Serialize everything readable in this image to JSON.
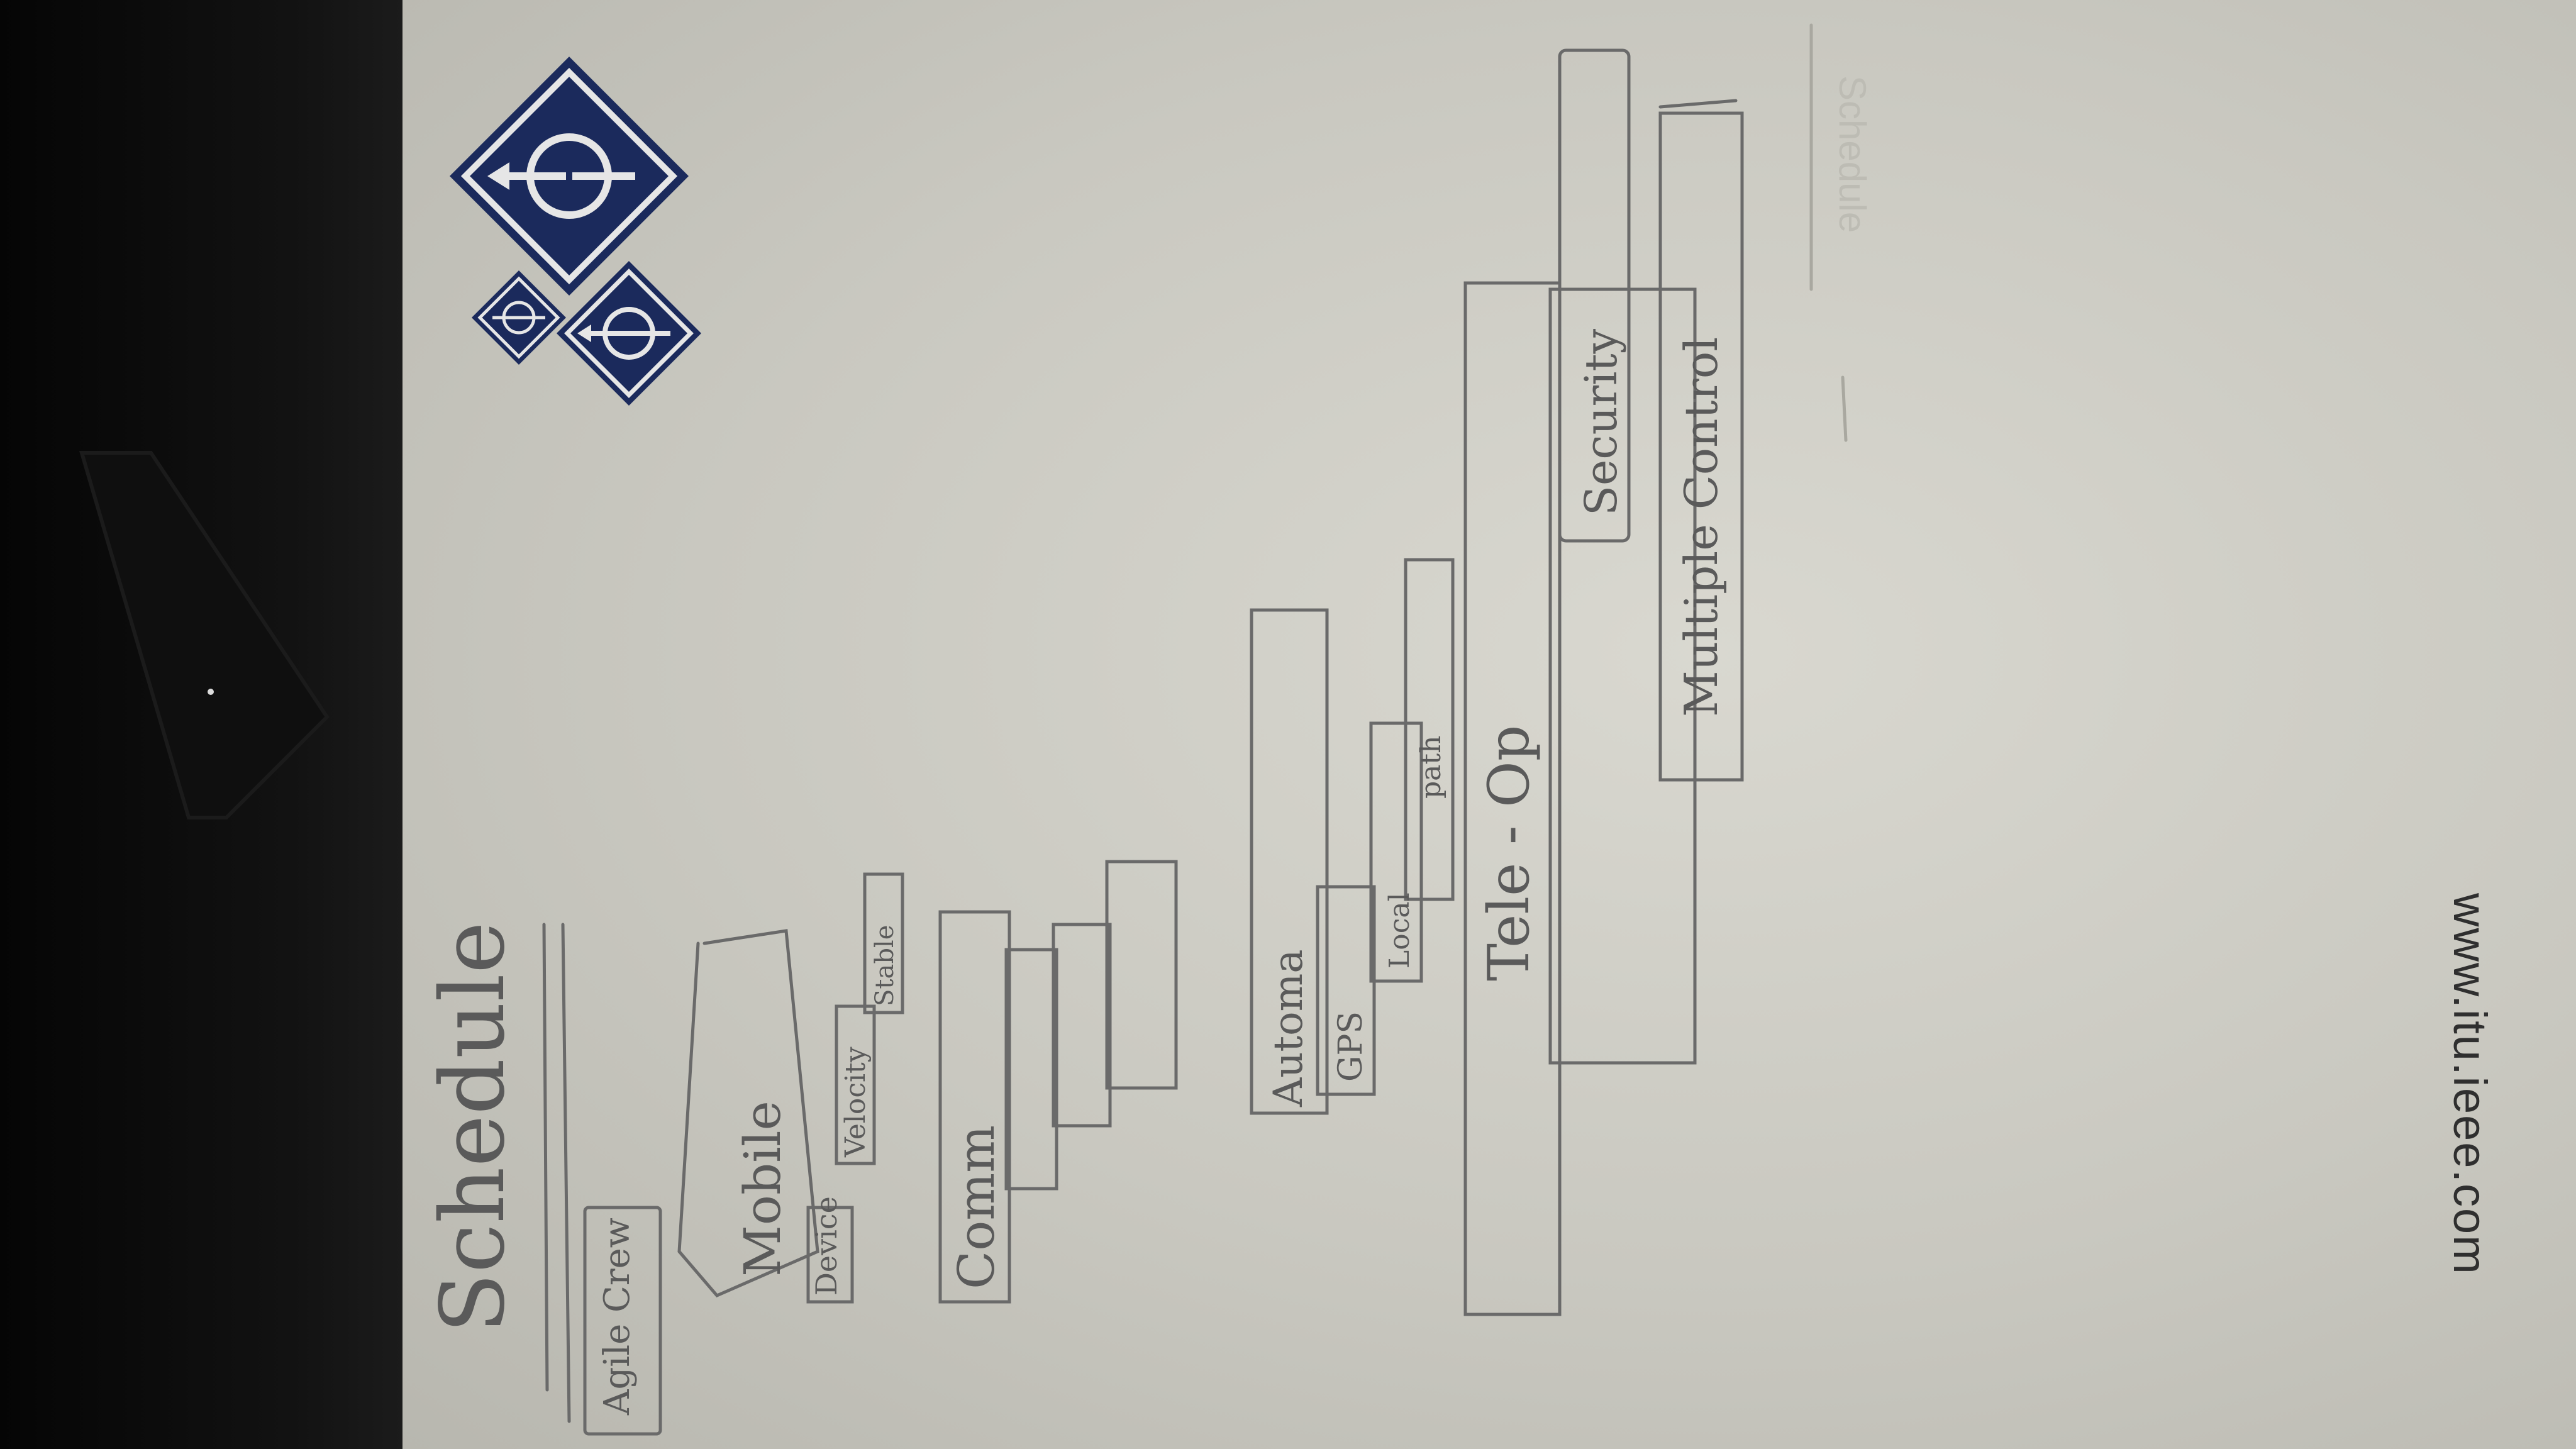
{
  "photo": {
    "subject": "hand-drawn schedule sketch on paper",
    "title": "Schedule",
    "labels": {
      "agile_crew": "Agile Crew",
      "mobile": "Mobile",
      "device": "Device",
      "velocity": "Velocity",
      "stable": "Stable",
      "comm": "Comm",
      "automation": "Automa",
      "gps": "GPS",
      "local": "Local",
      "path": "path",
      "teleop": "Tele - Op",
      "security": "Security",
      "multiple_control": "Multiple Control"
    },
    "watermark": "www.itu.ieee.com",
    "faint_text": "Schedule",
    "logo_color": "#1b2a5c"
  }
}
